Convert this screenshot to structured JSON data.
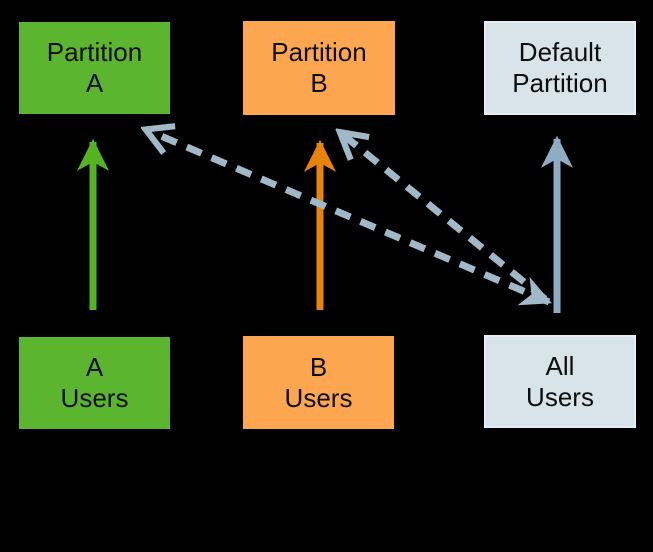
{
  "diagram": {
    "background": "#000000",
    "text_color": "#0d0d0d",
    "nodes": {
      "partition_a": {
        "line1": "Partition",
        "line2": "A",
        "fill": "#5cb52e"
      },
      "partition_b": {
        "line1": "Partition",
        "line2": "B",
        "fill": "#fca750"
      },
      "default_partition": {
        "line1": "Default",
        "line2": "Partition",
        "fill": "#d8e3ea"
      },
      "a_users": {
        "line1": "A",
        "line2": "Users",
        "fill": "#5cb52e"
      },
      "b_users": {
        "line1": "B",
        "line2": "Users",
        "fill": "#fca750"
      },
      "all_users": {
        "line1": "All",
        "line2": "Users",
        "fill": "#d8e3ea"
      }
    },
    "edges": [
      {
        "id": "a-users-to-partition-a",
        "from": "A Users",
        "to": "Partition A",
        "line": "solid",
        "arrowheads": "end",
        "color": "#55b322"
      },
      {
        "id": "b-users-to-partition-b",
        "from": "B Users",
        "to": "Partition B",
        "line": "solid",
        "arrowheads": "end",
        "color": "#e8830d"
      },
      {
        "id": "all-users-to-default-partition",
        "from": "All Users",
        "to": "Default Partition",
        "line": "solid",
        "arrowheads": "end",
        "color": "#8fadc2"
      },
      {
        "id": "all-users-to-partition-a",
        "from": "All Users",
        "to": "Partition A",
        "line": "dashed",
        "arrowheads": "both",
        "color": "#a0b8c8"
      },
      {
        "id": "all-users-to-partition-b",
        "from": "All Users",
        "to": "Partition B",
        "line": "dashed",
        "arrowheads": "both",
        "color": "#a0b8c8"
      }
    ]
  }
}
